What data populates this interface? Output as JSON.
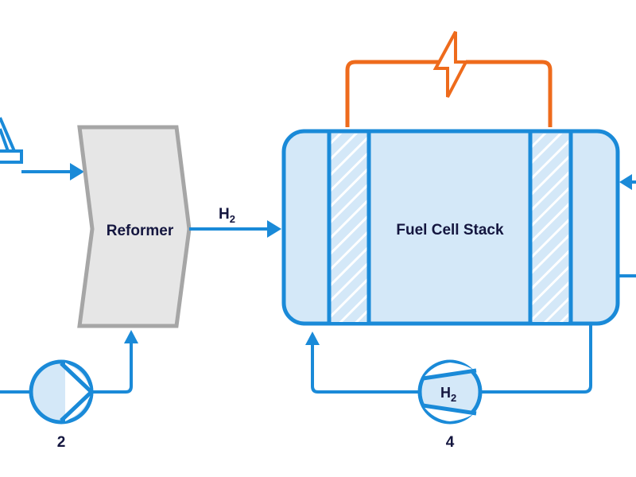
{
  "diagram": {
    "title": "Fuel cell system schematic",
    "colors": {
      "pipe": "#1a8ad8",
      "electric": "#ee6b1c",
      "cell_fill": "#d4e8f8",
      "reformer_fill": "#e6e6e6",
      "reformer_stroke": "#a6a6a6",
      "text": "#14163f"
    },
    "components": {
      "reformer": {
        "label": "Reformer"
      },
      "fuel_cell_stack": {
        "label": "Fuel Cell Stack"
      },
      "pump_2": {
        "number": "2"
      },
      "blower_4": {
        "number": "4",
        "inner_label": "H",
        "inner_sub": "2"
      }
    },
    "streams": {
      "reformer_to_stack": {
        "label": "H",
        "sub": "2"
      }
    },
    "icons": [
      "fuel-tank-icon",
      "pump-icon",
      "compressor-icon",
      "lightning-bolt-icon"
    ]
  }
}
